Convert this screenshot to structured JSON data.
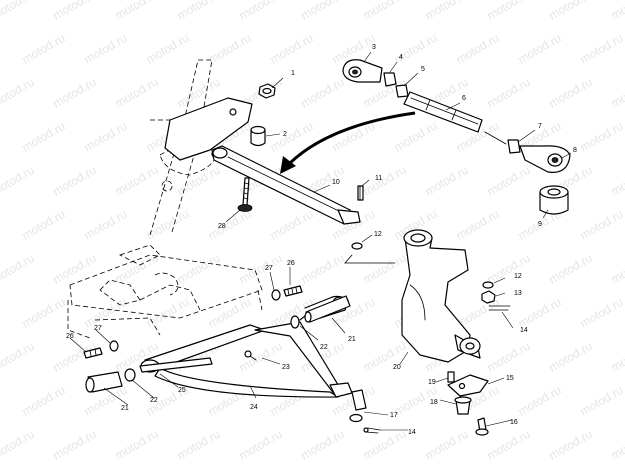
{
  "watermark": "motod.ru",
  "callouts": [
    {
      "id": "c1",
      "label": "1"
    },
    {
      "id": "c2",
      "label": "2"
    },
    {
      "id": "c3",
      "label": "3"
    },
    {
      "id": "c4",
      "label": "4"
    },
    {
      "id": "c5",
      "label": "5"
    },
    {
      "id": "c6",
      "label": "6"
    },
    {
      "id": "c7",
      "label": "7"
    },
    {
      "id": "c8",
      "label": "8"
    },
    {
      "id": "c9",
      "label": "9"
    },
    {
      "id": "c10",
      "label": "10"
    },
    {
      "id": "c11",
      "label": "11"
    },
    {
      "id": "c12a",
      "label": "12"
    },
    {
      "id": "c12b",
      "label": "12"
    },
    {
      "id": "c13",
      "label": "13"
    },
    {
      "id": "c14a",
      "label": "14"
    },
    {
      "id": "c14b",
      "label": "14"
    },
    {
      "id": "c15",
      "label": "15"
    },
    {
      "id": "c16",
      "label": "16"
    },
    {
      "id": "c17",
      "label": "17"
    },
    {
      "id": "c18",
      "label": "18"
    },
    {
      "id": "c19",
      "label": "19"
    },
    {
      "id": "c20",
      "label": "20"
    },
    {
      "id": "c21a",
      "label": "21"
    },
    {
      "id": "c21b",
      "label": "21"
    },
    {
      "id": "c22a",
      "label": "22"
    },
    {
      "id": "c22b",
      "label": "22"
    },
    {
      "id": "c23",
      "label": "23"
    },
    {
      "id": "c24",
      "label": "24"
    },
    {
      "id": "c25",
      "label": "25"
    },
    {
      "id": "c26a",
      "label": "26"
    },
    {
      "id": "c26b",
      "label": "26"
    },
    {
      "id": "c27a",
      "label": "27"
    },
    {
      "id": "c27b",
      "label": "27"
    },
    {
      "id": "c28",
      "label": "28"
    }
  ]
}
